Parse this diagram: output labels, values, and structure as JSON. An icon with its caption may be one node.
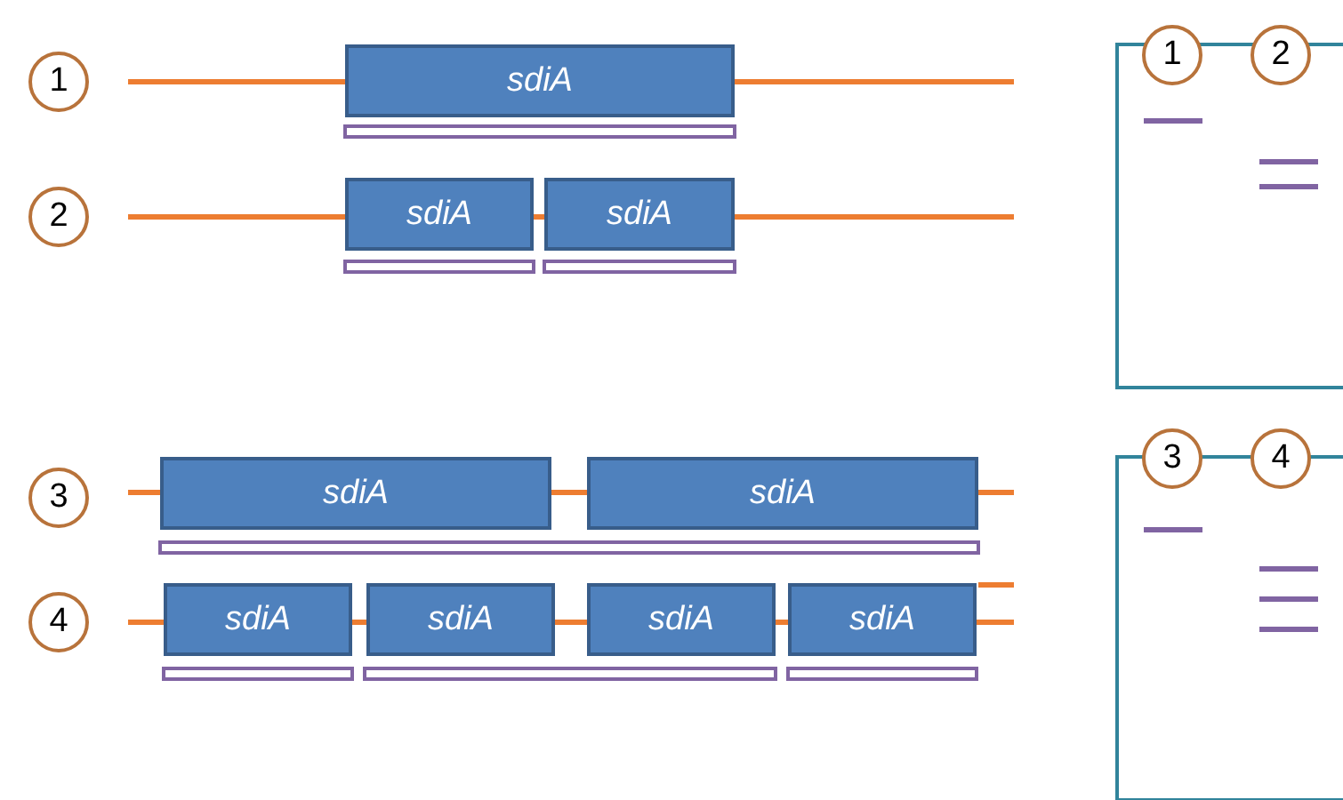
{
  "diagram": {
    "nodes": [
      {
        "text": [
          "1"
        ]
      },
      {
        "text": [
          "sdiA"
        ]
      },
      {
        "text": [
          "1"
        ]
      },
      {
        "text": [
          "2"
        ]
      },
      {
        "text": [
          "2"
        ]
      },
      {
        "text": [
          "sdiA"
        ]
      },
      {
        "text": [
          "sdiA"
        ]
      },
      {
        "text": [
          "3"
        ]
      },
      {
        "text": [
          "sdiA"
        ]
      },
      {
        "text": [
          "sdiA"
        ]
      },
      {
        "text": [
          "3"
        ]
      },
      {
        "text": [
          "4"
        ]
      },
      {
        "text": [
          "4"
        ]
      },
      {
        "text": [
          "sdiA"
        ]
      },
      {
        "text": [
          "sdiA"
        ]
      },
      {
        "text": [
          "sdiA"
        ]
      },
      {
        "text": [
          "sdiA"
        ]
      }
    ]
  }
}
